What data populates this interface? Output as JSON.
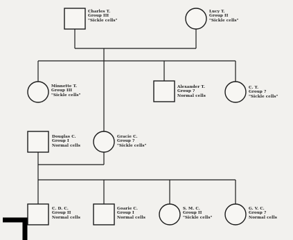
{
  "people": {
    "charles": {
      "name": "Charles T.",
      "group": "Group III",
      "cells": "\"Sickle cells\""
    },
    "lucy": {
      "name": "Lucy T.",
      "group": "Group II",
      "cells": "\"Sickle cells\""
    },
    "minnette": {
      "name": "Minnette T.",
      "group": "Group III",
      "cells": "\"Sickle cells\""
    },
    "alexander": {
      "name": "Alexander T.",
      "group": "Group ?",
      "cells": "Normal cells"
    },
    "ct": {
      "name": "C. T.",
      "group": "Group ?",
      "cells": "\"Sickle cells\""
    },
    "douglas": {
      "name": "Douglas C.",
      "group": "Group I",
      "cells": "Normal cells"
    },
    "gracie": {
      "name": "Gracie C.",
      "group": "Group ?",
      "cells": "\"Sickle cells\""
    },
    "cdc": {
      "name": "C. D. C.",
      "group": "Group II",
      "cells": "Normal cells"
    },
    "goarie": {
      "name": "Goarie C.",
      "group": "Group I",
      "cells": "Normal cells"
    },
    "smc": {
      "name": "S. M. C.",
      "group": "Group II",
      "cells": "\"Sickle cells\""
    },
    "gvc": {
      "name": "G. V. C.",
      "group": "Group ?",
      "cells": "Normal cells"
    }
  }
}
